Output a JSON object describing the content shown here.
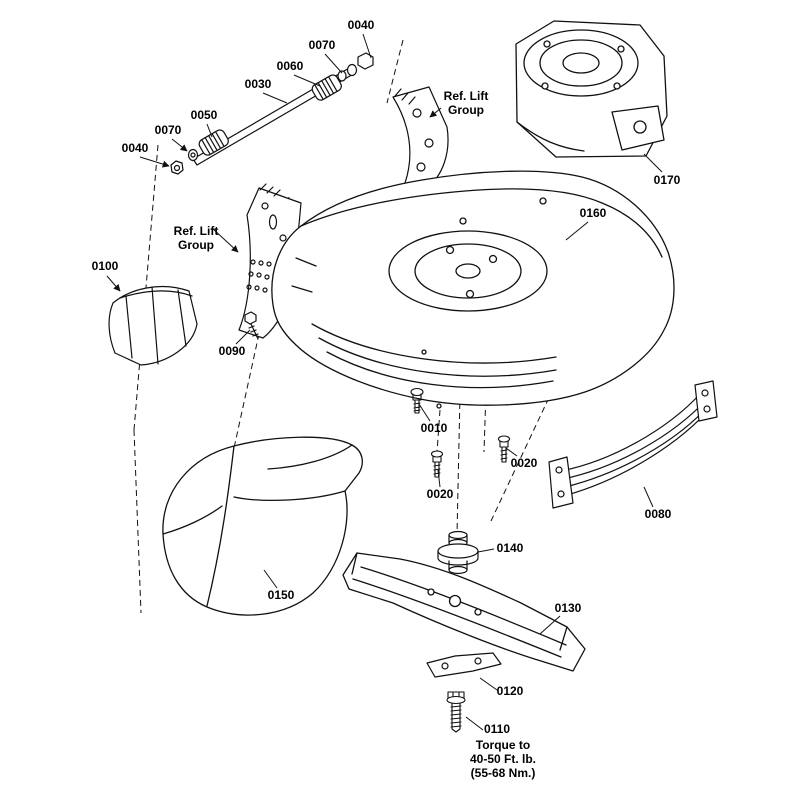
{
  "diagram": {
    "kind": "exploded-parts-diagram",
    "subject": "lawn mower deck assembly",
    "colors": {
      "line": "#111111",
      "background": "#ffffff"
    },
    "callouts": [
      {
        "id": "0040-upper",
        "text": "0040"
      },
      {
        "id": "0070-upper",
        "text": "0070"
      },
      {
        "id": "0060",
        "text": "0060"
      },
      {
        "id": "0030",
        "text": "0030"
      },
      {
        "id": "0050",
        "text": "0050"
      },
      {
        "id": "0070-lower",
        "text": "0070"
      },
      {
        "id": "0040-lower",
        "text": "0040"
      },
      {
        "id": "ref-lift-group-right",
        "text": "Ref. Lift\nGroup"
      },
      {
        "id": "0170",
        "text": "0170"
      },
      {
        "id": "0160",
        "text": "0160"
      },
      {
        "id": "ref-lift-group-left",
        "text": "Ref. Lift\nGroup"
      },
      {
        "id": "0100",
        "text": "0100"
      },
      {
        "id": "0090",
        "text": "0090"
      },
      {
        "id": "0010",
        "text": "0010"
      },
      {
        "id": "0020-right",
        "text": "0020"
      },
      {
        "id": "0020-left",
        "text": "0020"
      },
      {
        "id": "0080",
        "text": "0080"
      },
      {
        "id": "0140",
        "text": "0140"
      },
      {
        "id": "0150",
        "text": "0150"
      },
      {
        "id": "0130",
        "text": "0130"
      },
      {
        "id": "0120",
        "text": "0120"
      },
      {
        "id": "0110",
        "text": "0110"
      },
      {
        "id": "torque-note",
        "text": "Torque to\n40-50 Ft. lb.\n(55-68 Nm.)"
      }
    ]
  }
}
